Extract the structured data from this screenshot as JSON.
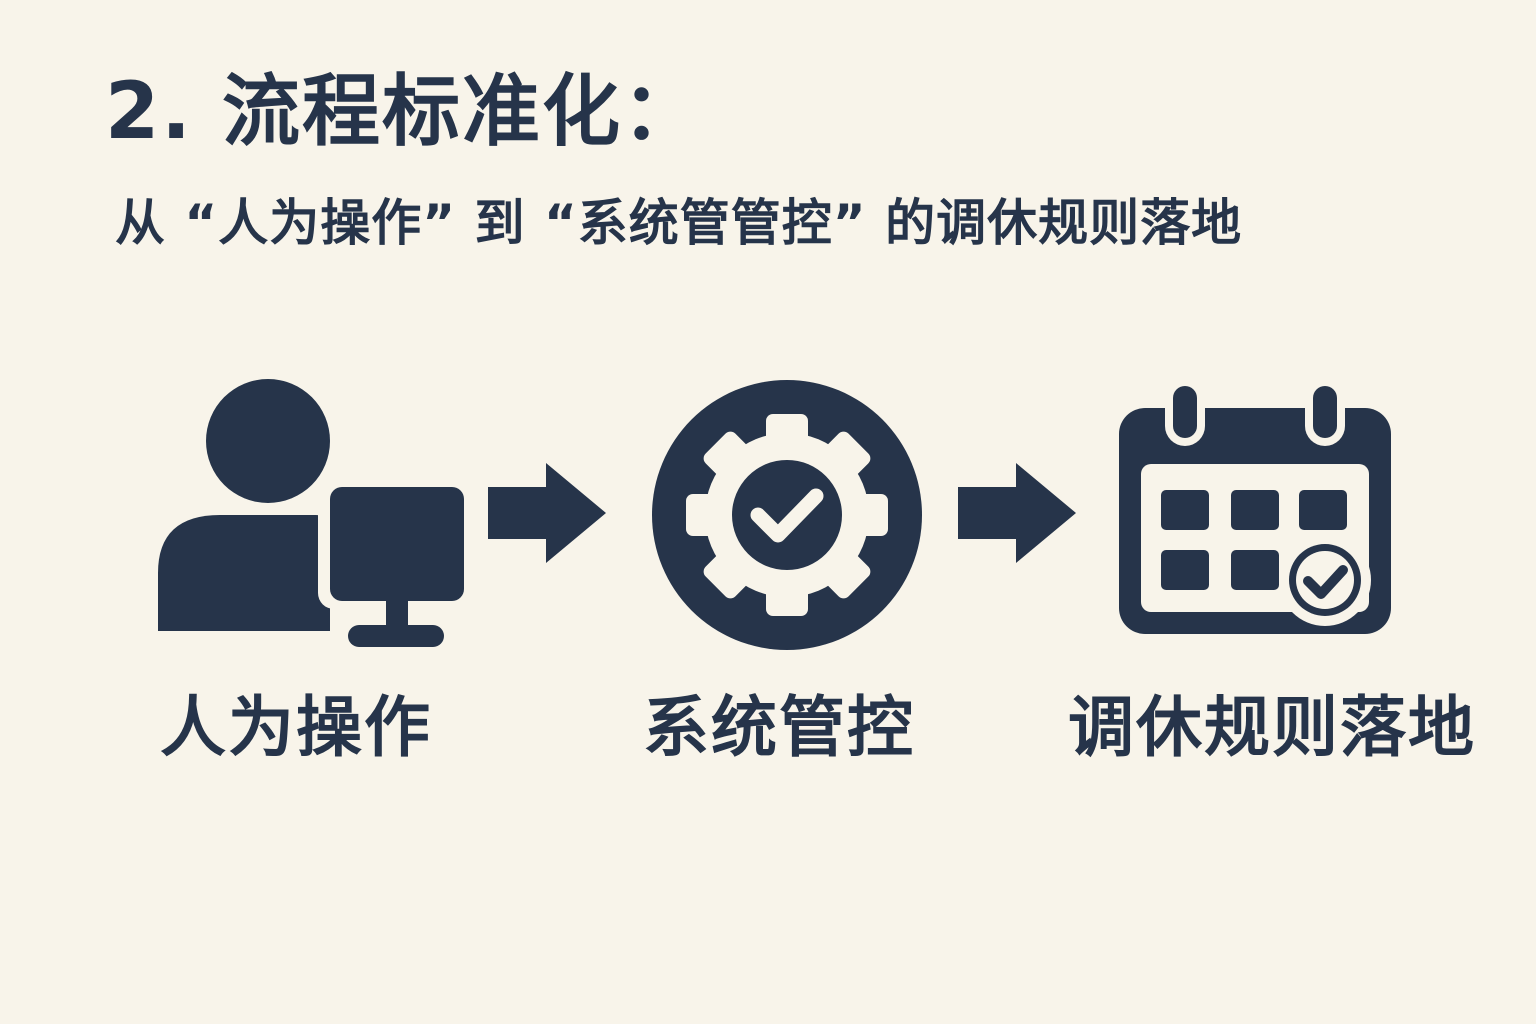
{
  "title": "2. 流程标准化：",
  "subtitle": "从 “人为操作” 到 “系统管管控” 的调休规则落地",
  "steps": [
    {
      "label": "人为操作",
      "icon": "person-computer-icon"
    },
    {
      "label": "系统管控",
      "icon": "gear-check-icon"
    },
    {
      "label": "调休规则落地",
      "icon": "calendar-check-icon"
    }
  ],
  "connectors": [
    "arrow-right-icon",
    "arrow-right-icon"
  ],
  "colors": {
    "background": "#f8f4ea",
    "ink": "#26344a"
  }
}
